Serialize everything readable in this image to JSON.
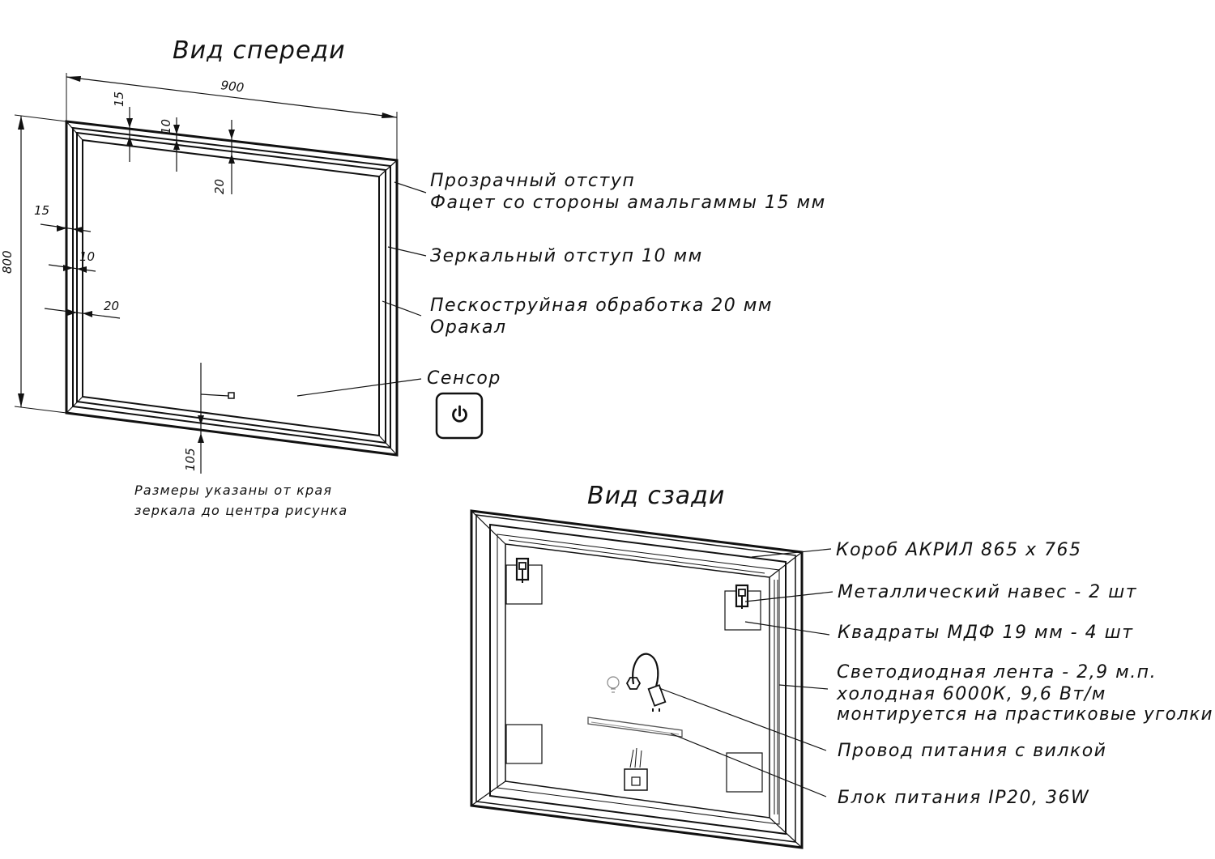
{
  "front": {
    "title": "Вид спереди",
    "dimensions": {
      "width": "900",
      "height": "800",
      "top_15": "15",
      "top_10": "10",
      "top_20": "20",
      "left_15": "15",
      "left_10": "10",
      "left_20": "20",
      "bottom_105": "105"
    },
    "callouts": {
      "transparent_line1": "Прозрачный отступ",
      "transparent_line2": "Фацет со стороны амальгаммы 15 мм",
      "mirror_indent": "Зеркальный отступ 10 мм",
      "sandblast_line1": "Пескоструйная обработка 20 мм",
      "sandblast_line2": "Оракал",
      "sensor": "Сенсор"
    },
    "note_line1": "Размеры указаны от края",
    "note_line2": "зеркала до центра рисунка"
  },
  "back": {
    "title": "Вид сзади",
    "callouts": {
      "box": "Короб АКРИЛ 865 х 765",
      "hangers": "Металлический навес - 2 шт",
      "squares": "Квадраты МДФ 19 мм - 4 шт",
      "led_line1": "Светодиодная лента - 2,9 м.п.",
      "led_line2": "холодная 6000К, 9,6 Вт/м",
      "led_line3": "монтируется на прастиковые уголки",
      "cable": "Провод питания с вилкой",
      "power_unit": "Блок питания IP20, 36W"
    }
  },
  "icons": {
    "sensor_button": "power-icon"
  }
}
